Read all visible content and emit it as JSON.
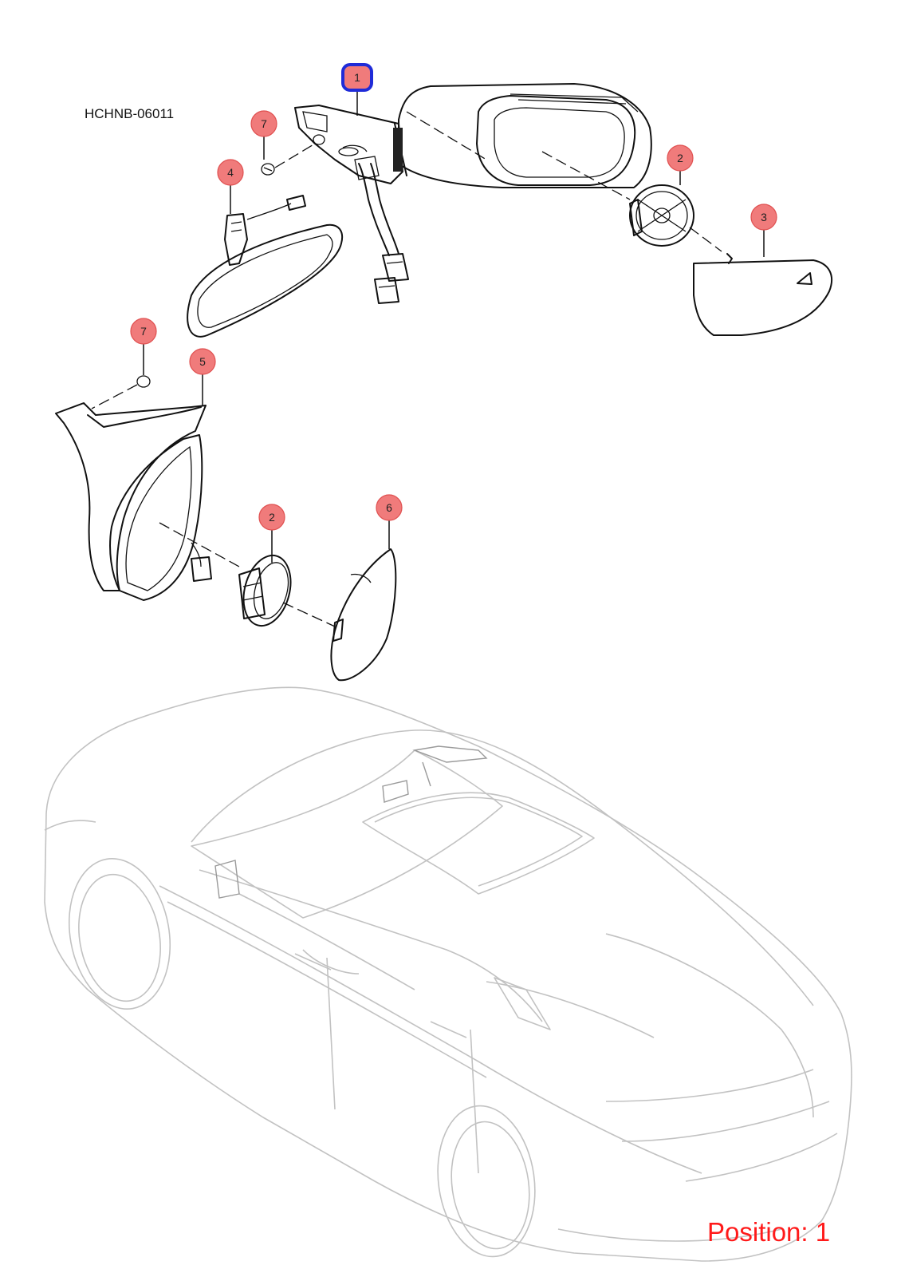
{
  "diagram": {
    "code": "HCHNB-06011",
    "position_label": "Position: 1",
    "colors": {
      "callout_fill": "#f07b7b",
      "selected_outline": "#1f2bd8",
      "position_text": "#ff1a1a",
      "car_outline": "#c2c2c2"
    },
    "callouts": [
      {
        "id": "c1",
        "label": "1",
        "selected": true
      },
      {
        "id": "c7a",
        "label": "7"
      },
      {
        "id": "c4",
        "label": "4"
      },
      {
        "id": "c2a",
        "label": "2"
      },
      {
        "id": "c3",
        "label": "3"
      },
      {
        "id": "c7b",
        "label": "7"
      },
      {
        "id": "c5",
        "label": "5"
      },
      {
        "id": "c2b",
        "label": "2"
      },
      {
        "id": "c6",
        "label": "6"
      }
    ]
  }
}
